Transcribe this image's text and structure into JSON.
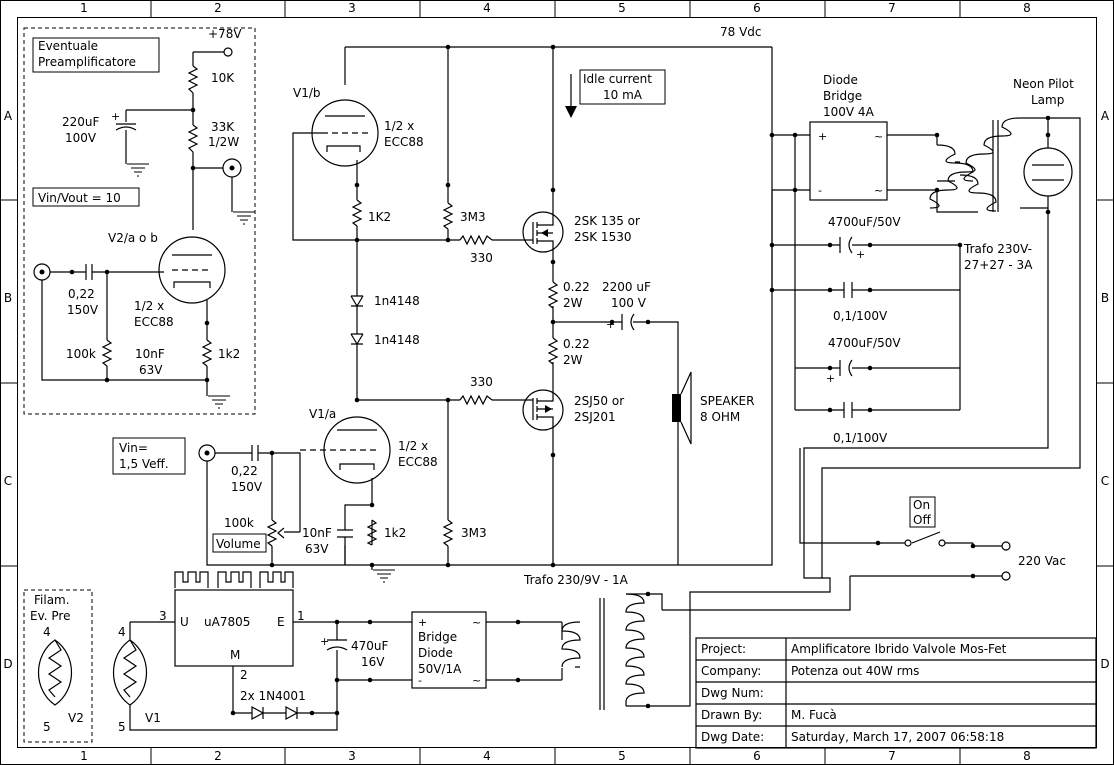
{
  "border": {
    "columns": [
      "1",
      "2",
      "3",
      "4",
      "5",
      "6",
      "7",
      "8"
    ],
    "rows": [
      "A",
      "B",
      "C",
      "D"
    ]
  },
  "labels": {
    "supply_rail": "78 Vdc",
    "preamp_title_1": "Eventuale",
    "preamp_title_2": "Preamplificatore",
    "plus78": "+78V",
    "r10k": "10K",
    "cap220": "220uF",
    "v100": "100V",
    "r33k": "33K",
    "w12": "1/2W",
    "gain": "Vin/Vout = 10",
    "v2tube": "V2/a o b",
    "c022_in": "0,22",
    "v150_in": "150V",
    "half_x_pre": "1/2 x",
    "ecc88_pre": "ECC88",
    "r100k_pre": "100k",
    "c10nf_pre": "10nF",
    "v63_pre": "63V",
    "r1k2_pre": "1k2",
    "v1b": "V1/b",
    "half_x_top": "1/2 x",
    "ecc88_top": "ECC88",
    "r1k2_top": "1K2",
    "r3m3_top": "3M3",
    "r330_top": "330",
    "d1": "1n4148",
    "d2": "1n4148",
    "r330_bot": "330",
    "v1a": "V1/a",
    "half_x_bot": "1/2 x",
    "ecc88_bot": "ECC88",
    "r3m3_bot": "3M3",
    "r1k2_bot": "1k2",
    "c10nf_bot": "10nF",
    "v63_bot": "63V",
    "vin_1": "Vin=",
    "vin_2": "1,5 Veff.",
    "c022_main": "0,22",
    "v150_main": "150V",
    "r100k_main": "100k",
    "volume": "Volume",
    "idle_1": "Idle current",
    "idle_2": "10 mA",
    "mosfet_n_1": "2SK 135 or",
    "mosfet_n_2": "2SK 1530",
    "mosfet_p_1": "2SJ50 or",
    "mosfet_p_2": "2SJ201",
    "r022_top": "0.22",
    "w2_top": "2W",
    "r022_bot": "0.22",
    "w2_bot": "2W",
    "c2200": "2200 uF",
    "v100_out": "100 V",
    "speaker_1": "SPEAKER",
    "speaker_2": "8 OHM",
    "bridge_1": "Diode",
    "bridge_2": "Bridge",
    "bridge_3": "100V 4A",
    "neon_1": "Neon Pilot",
    "neon_2": "Lamp",
    "c4700_1": "4700uF/50V",
    "c01_1": "0,1/100V",
    "c4700_2": "4700uF/50V",
    "c01_2": "0,1/100V",
    "trafo_main_1": "Trafo 230V-",
    "trafo_main_2": "27+27 - 3A",
    "switch_on": "On",
    "switch_off": "Off",
    "mains": "220 Vac",
    "trafo_small": "Trafo 230/9V - 1A",
    "filam_1": "Filam.",
    "filam_2": "Ev. Pre",
    "pin4_pre": "4",
    "pin5_pre": "5",
    "v2": "V2",
    "pin4_v1": "4",
    "pin5_v1": "5",
    "v1": "V1",
    "pin3": "3",
    "reg_u": "U",
    "regulator": "uA7805",
    "reg_e": "E",
    "pin1": "1",
    "reg_m": "M",
    "pin2": "2",
    "diodes_2x": "2x 1N4001",
    "c470": "470uF",
    "v16": "16V",
    "bridge_small_1": "Bridge",
    "bridge_small_2": "Diode",
    "bridge_small_3": "50V/1A"
  },
  "title_block": [
    {
      "label": "Project:",
      "value": "Amplificatore Ibrido Valvole Mos-Fet"
    },
    {
      "label": "Company:",
      "value": "Potenza out 40W rms"
    },
    {
      "label": "Dwg Num:",
      "value": ""
    },
    {
      "label": "Drawn By:",
      "value": "M. Fucà"
    },
    {
      "label": "Dwg Date:",
      "value": "Saturday, March 17, 2007 06:58:18"
    }
  ]
}
